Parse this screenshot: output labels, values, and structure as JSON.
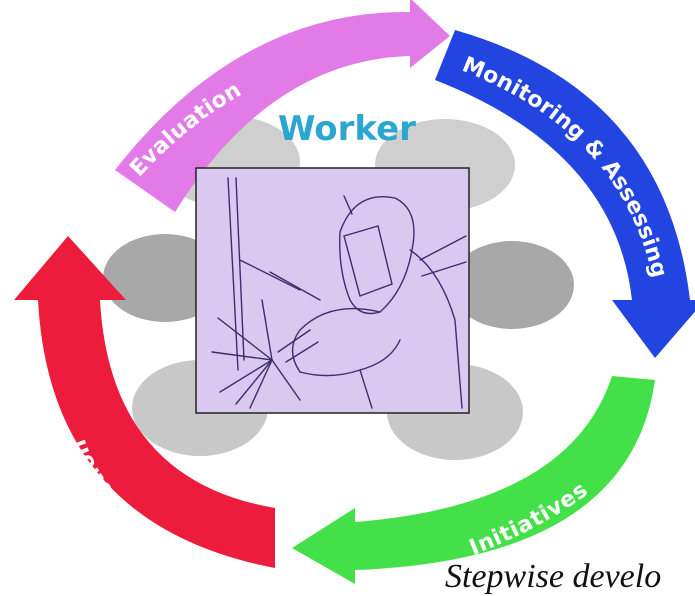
{
  "diagram": {
    "center_title": "Worker",
    "cycle_steps": [
      {
        "label": "Evaluation",
        "color": "#e27ae8"
      },
      {
        "label": "Monitoring & Assessing",
        "color": "#2244e0"
      },
      {
        "label": "Initiatives",
        "color": "#44e04a"
      },
      {
        "label": "Action",
        "color": "#ee1c3c"
      }
    ],
    "center_image": {
      "icon": "welder-illustration",
      "background_color": "#d9c8f0"
    },
    "caption": "Stepwise develo"
  }
}
